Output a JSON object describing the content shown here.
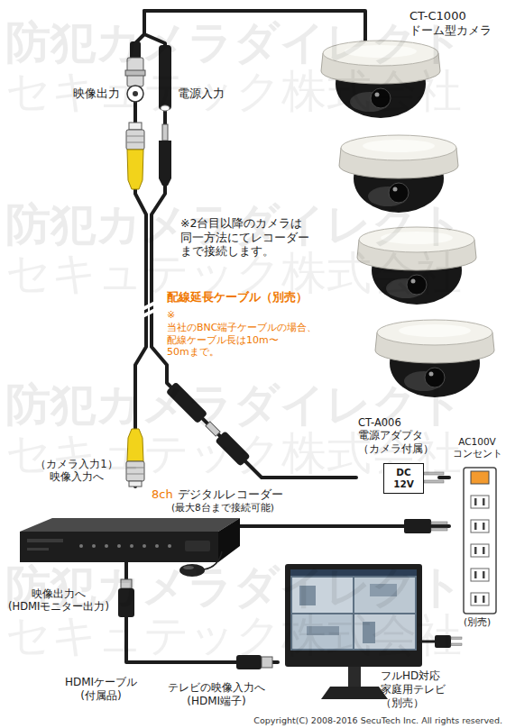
{
  "diagram": {
    "nodes": [
      {
        "text": [
          "CT-C1000 ドーム型カメラ"
        ]
      },
      {
        "text": [
          "CT-A006 電源アダプタ （カメラ付属）",
          "DC 12V"
        ]
      },
      {
        "text": [
          "AC100V コンセント",
          "(別売)"
        ]
      },
      {
        "text": [
          "8ch",
          "デジタルレコーダー",
          "(最大8台まで接続可能)"
        ]
      },
      {
        "text": [
          "フルHD対応 家庭用テレビ（別売）"
        ]
      }
    ],
    "edges": [
      {
        "from": 0,
        "to": 3,
        "arrow": "none"
      },
      {
        "from": 0,
        "to": 1,
        "arrow": "none"
      },
      {
        "from": 1,
        "to": 2,
        "arrow": "none"
      },
      {
        "from": 3,
        "to": 2,
        "arrow": "none"
      },
      {
        "from": 3,
        "to": 4,
        "arrow": "none"
      }
    ],
    "labels": [
      "防犯カメラダイレクト",
      "セキュテック株式会社",
      "防犯カメラダイレクト",
      "セキュテック株式会社",
      "防犯カメラダイレクト",
      "セキュテック株式会社",
      "防犯カメラダイレクト",
      "セキュテック株式会社",
      "映像出力",
      "電源入力",
      "※2台目以降のカメラは 同一方法にてレコーダー まで接続します。",
      "配線延長ケーブル（別売）",
      "※当社のBNC端子ケーブルの場合、 配線ケーブル長は10m〜50mまで。",
      "（カメラ入力1） 映像入力へ",
      "映像出力へ (HDMIモニター出力)",
      "HDMIケーブル (付属品)",
      "テレビの映像入力へ (HDMI端子)",
      "Copyright(C) 2008-2016 SecuTech Inc. All rights reserved."
    ]
  }
}
